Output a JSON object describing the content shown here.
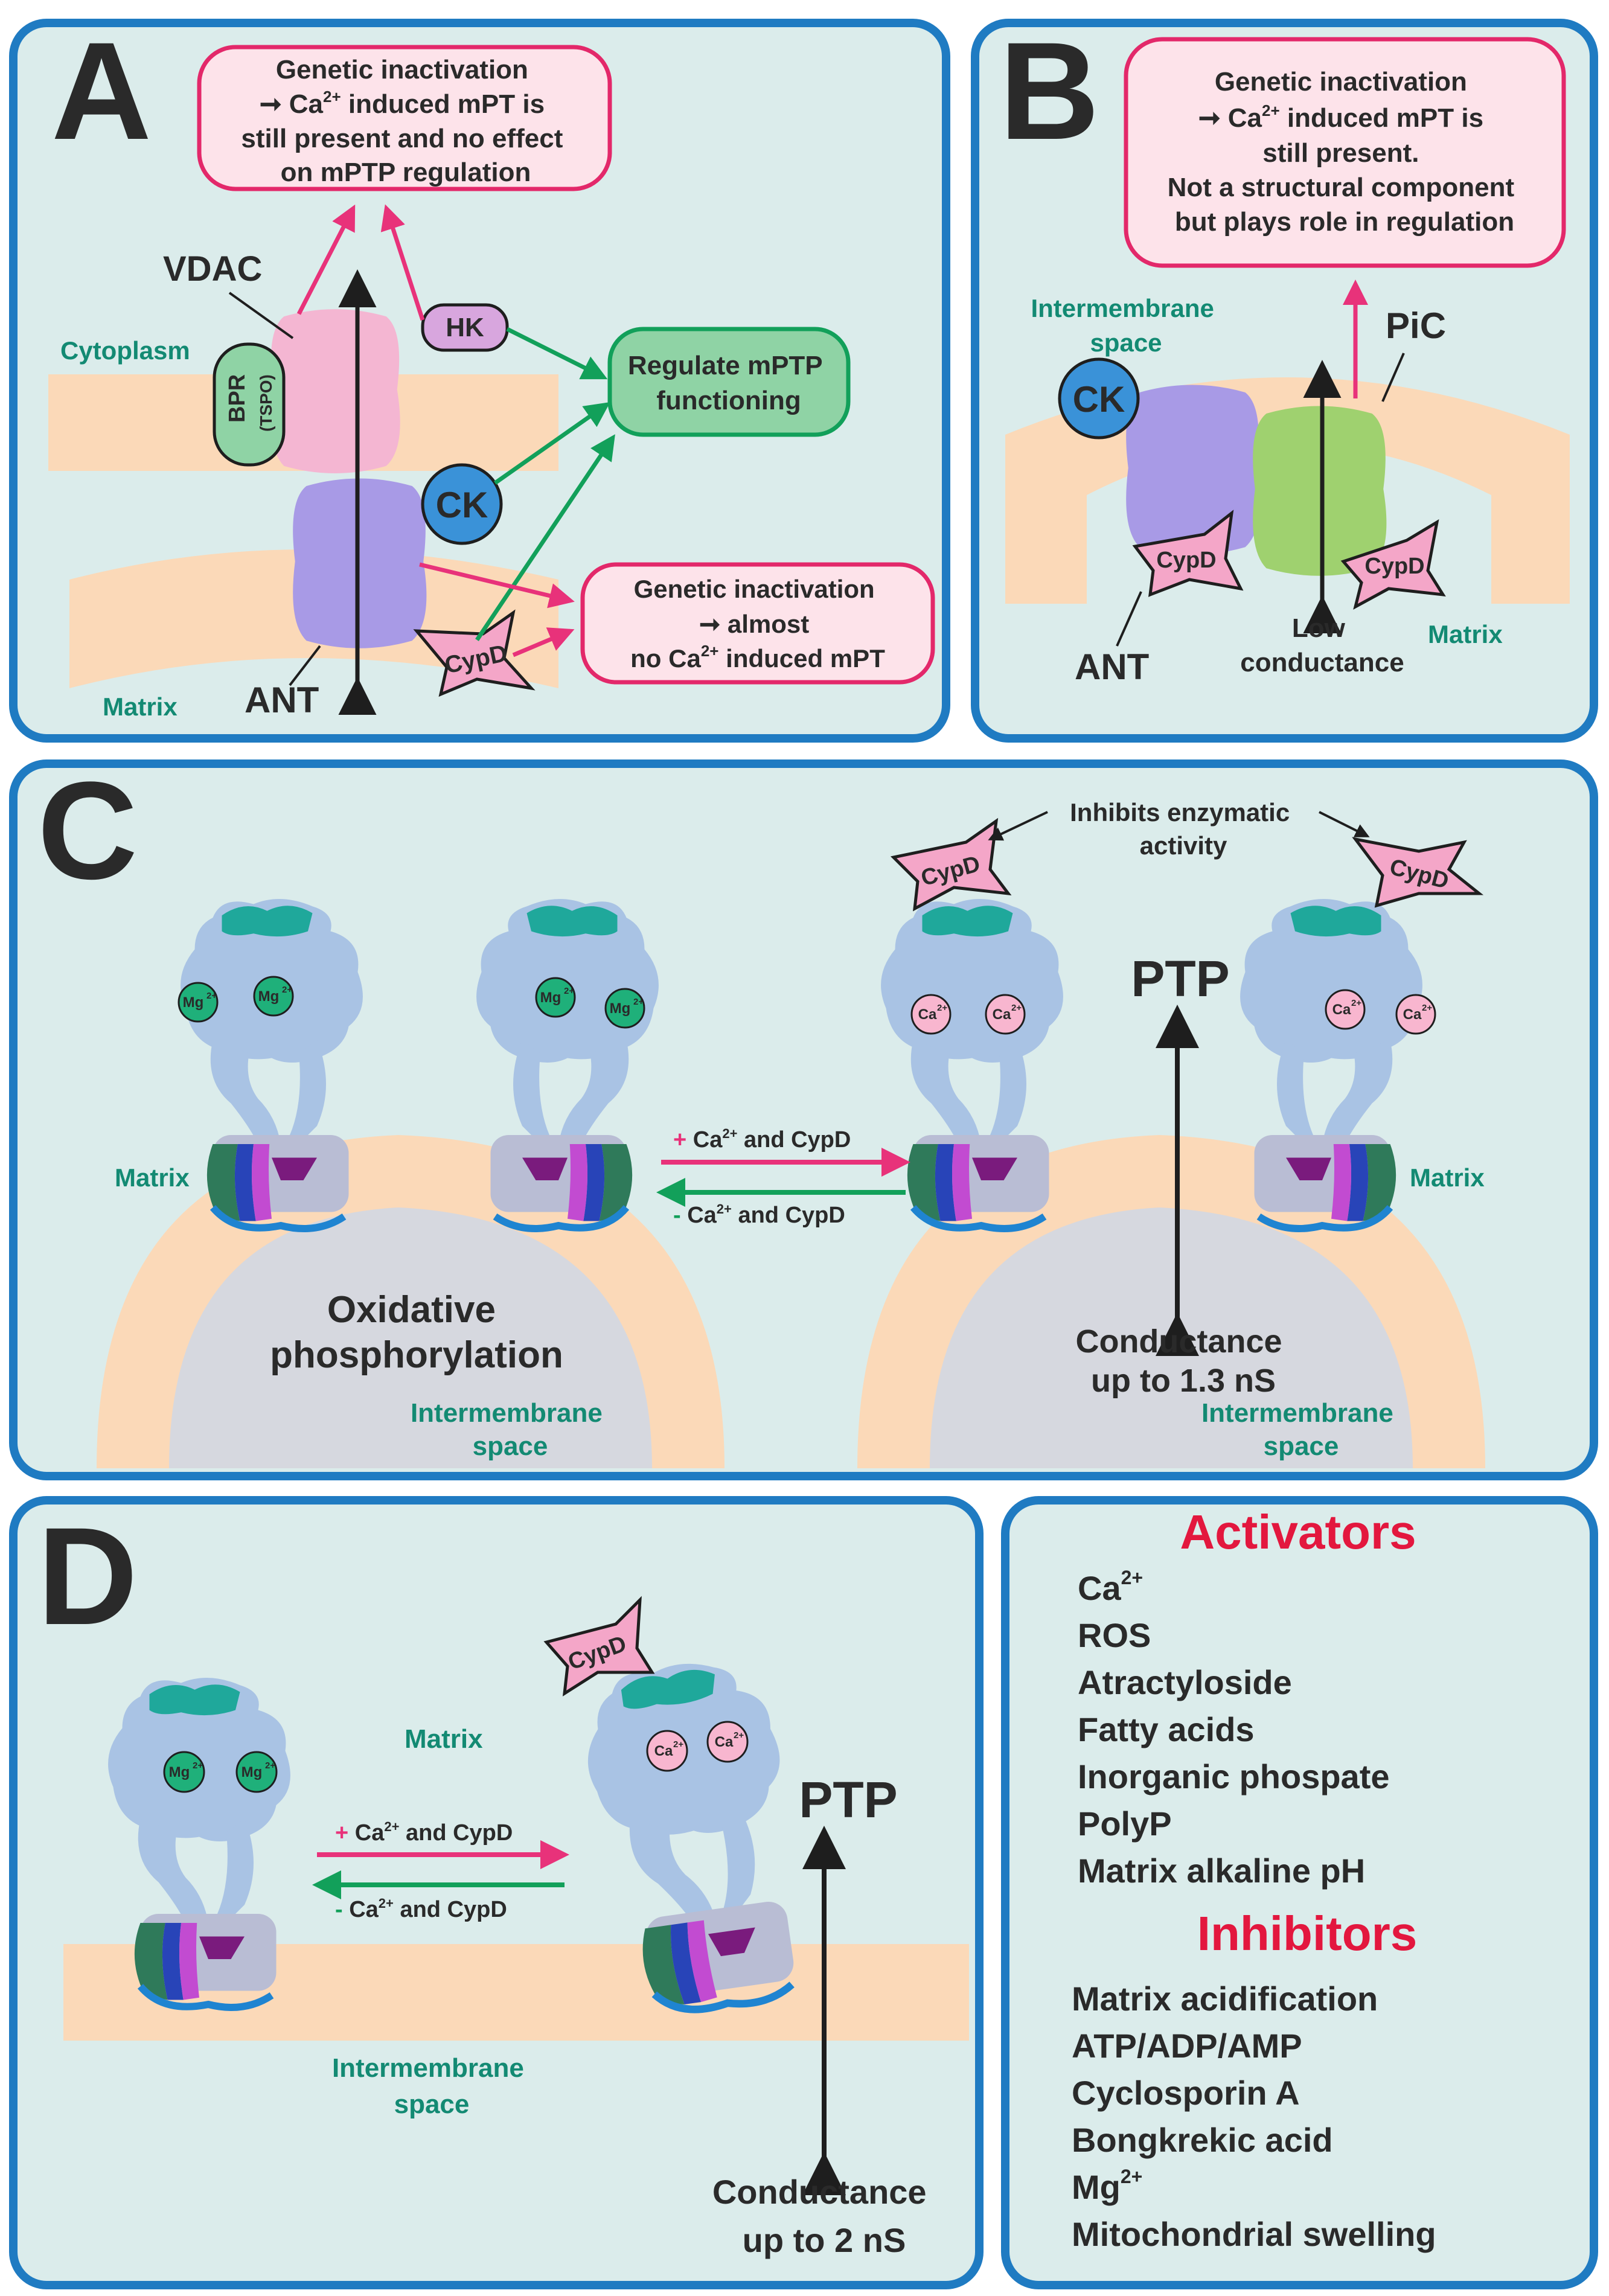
{
  "panel_a": {
    "letter": "A",
    "note_top": [
      "Genetic inactivation",
      "Ca",
      "2+",
      " induced mPT is",
      "still present and no effect",
      "on mPTP regulation"
    ],
    "vdac": "VDAC",
    "cytoplasm": "Cytoplasm",
    "bpr": "BPR",
    "tspo": "(TSPO)",
    "hk": "HK",
    "regulate": [
      "Regulate mPTP",
      "functioning"
    ],
    "ck": "CK",
    "note_bottom": [
      "Genetic inactivation",
      "almost",
      "no Ca",
      "2+",
      " induced mPT"
    ],
    "cypd": "CypD",
    "ant": "ANT",
    "matrix": "Matrix"
  },
  "panel_b": {
    "letter": "B",
    "note": [
      "Genetic inactivation",
      "Ca",
      "2+",
      " induced mPT is",
      "still present.",
      "Not a structural component",
      "but plays role in regulation"
    ],
    "intermembrane": [
      "Intermembrane",
      "space"
    ],
    "pic": "PiC",
    "ck": "CK",
    "cypd_left": "CypD",
    "cypd_right": "CypD",
    "ant": "ANT",
    "low_conductance": [
      "Low",
      "conductance"
    ],
    "matrix": "Matrix"
  },
  "panel_c": {
    "letter": "C",
    "inhibits": [
      "Inhibits enzymatic",
      "activity"
    ],
    "cypd_left": "CypD",
    "cypd_right": "CypD",
    "ptp": "PTP",
    "mg": "Mg",
    "ca": "Ca",
    "ion_charge": "2+",
    "matrix_left": "Matrix",
    "matrix_right": "Matrix",
    "plus_label": [
      "+",
      " Ca",
      "2+",
      " and CypD"
    ],
    "minus_label": [
      "-",
      " Ca",
      "2+",
      " and CypD"
    ],
    "oxphos": [
      "Oxidative",
      "phosphorylation"
    ],
    "conductance": [
      "Conductance",
      "up to 1.3 nS"
    ],
    "intermembrane_left": [
      "Intermembrane",
      "space"
    ],
    "intermembrane_right": [
      "Intermembrane",
      "space"
    ]
  },
  "panel_d": {
    "letter": "D",
    "cypd": "CypD",
    "matrix": "Matrix",
    "ptp": "PTP",
    "plus_label": [
      "+",
      " Ca",
      "2+",
      " and CypD"
    ],
    "minus_label": [
      "-",
      " Ca",
      "2+",
      " and CypD"
    ],
    "intermembrane": [
      "Intermembrane",
      "space"
    ],
    "conductance": [
      "Conductance",
      "up to 2 nS"
    ]
  },
  "panel_e": {
    "activators_title": "Activators",
    "activators": [
      "Ca",
      "ROS",
      "Atractyloside",
      "Fatty acids",
      "Inorganic phospate",
      "PolyP",
      "Matrix alkaline pH"
    ],
    "activators_sup": "2+",
    "inhibitors_title": "Inhibitors",
    "inhibitors": [
      "Matrix acidification",
      "ATP/ADP/AMP",
      "Cyclosporin A",
      "Bongkrekic acid",
      "Mg",
      "Mitochondrial swelling"
    ],
    "inhibitors_sup": "2+"
  },
  "colors": {
    "panel_bg": "#dbeceb",
    "border": "#1f7bc2",
    "pink_box": "#fde3ea",
    "pink_stroke": "#e3286a",
    "green_box": "#8fd3a5",
    "teal_text": "#138a73",
    "red_title": "#e3173e",
    "membrane": "#fbd9b8"
  }
}
